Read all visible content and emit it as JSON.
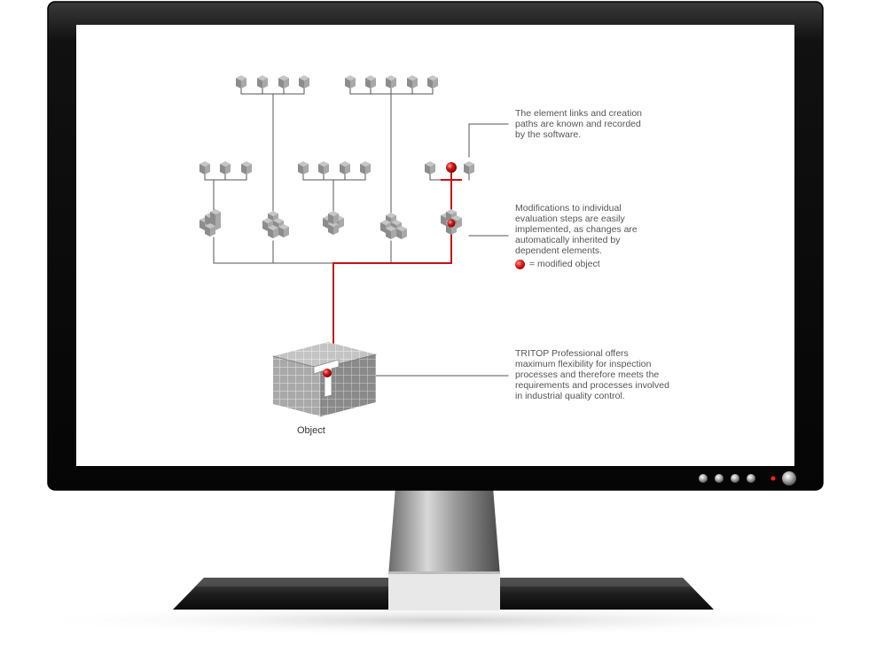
{
  "annotations": {
    "links": "The element links and creation\npaths are known and recorded\nby the software.",
    "modifications": "Modifications to individual\nevaluation steps are easily\nimplemented, as changes are\nautomatically inherited by\ndependent elements.",
    "tritop": "TRITOP Professional offers\nmaximum flexibility for inspection\nprocesses and therefore meets the\nrequirements and processes involved\nin industrial quality control."
  },
  "legend": {
    "label": "= modified object"
  },
  "object_label": "Object",
  "colors": {
    "highlight": "#c0141c",
    "line": "#555555",
    "cube": "#9a9a9a",
    "screen": "#ffffff",
    "bezel": "#1a1a1a"
  },
  "monitor": {
    "buttons": [
      "monitor-button",
      "monitor-button",
      "monitor-button",
      "monitor-button"
    ],
    "power_indicator": "power-led",
    "power_button": "power-button"
  }
}
